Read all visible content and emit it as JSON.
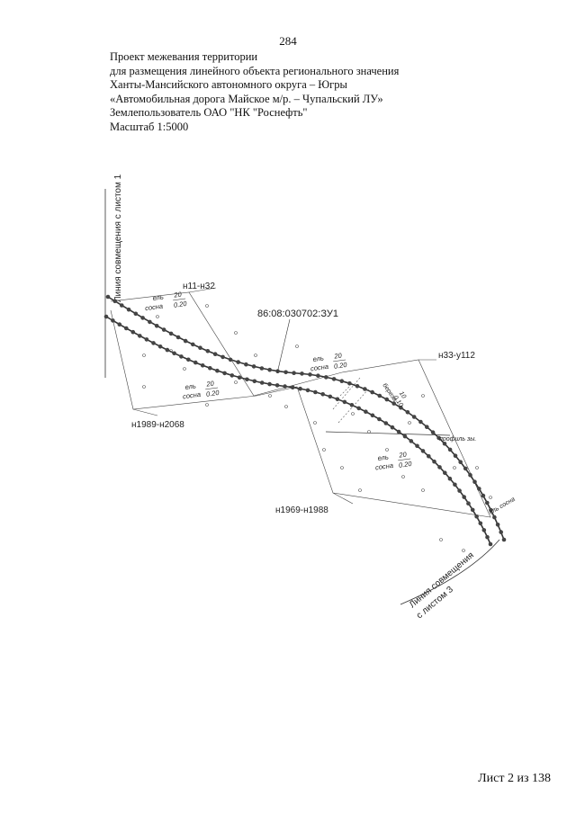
{
  "page_number": "284",
  "header": {
    "line1": "Проект межевания территории",
    "line2": "для размещения линейного объекта регионального значения",
    "line3": "Ханты-Мансийского автономного округа – Югры",
    "line4": "«Автомобильная дорога Майское м/р. – Чупальский ЛУ»",
    "line5": "Землепользователь ОАО \"НК \"Роснефть\"",
    "line6": "Масштаб 1:5000"
  },
  "map": {
    "join_line_top": "Линия совмещения с листом 1",
    "join_line_bottom_1": "Линия совмещения",
    "join_line_bottom_2": "с листом 3",
    "parcel_label": "86:08:030702:ЗУ1",
    "point_labels": {
      "n11_n32": "н11-н32",
      "n33_u112": "н33-у112",
      "n1989_n2068": "н1989-н2068",
      "n1969_n1988": "н1969-н1988"
    },
    "forest_labels": [
      {
        "species": "ель",
        "species2": "сосна",
        "height": "20",
        "diameter": "0.20"
      },
      {
        "species": "ель",
        "species2": "сосна",
        "height": "20",
        "diameter": "0.20"
      },
      {
        "species": "ель",
        "species2": "сосна",
        "height": "20",
        "diameter": "0.20"
      },
      {
        "species": "ель",
        "species2": "сосна",
        "height": "20",
        "diameter": "0.20"
      }
    ],
    "misc_labels": {
      "birch": "береза",
      "birch_value_1": "10",
      "birch_value_2": "0.10",
      "profile": "профиль зы.",
      "corner_forest": "ель сосна"
    }
  },
  "colors": {
    "ink": "#222222",
    "line": "#333333"
  },
  "footer": {
    "sheet": "Лист 2 из 138"
  }
}
